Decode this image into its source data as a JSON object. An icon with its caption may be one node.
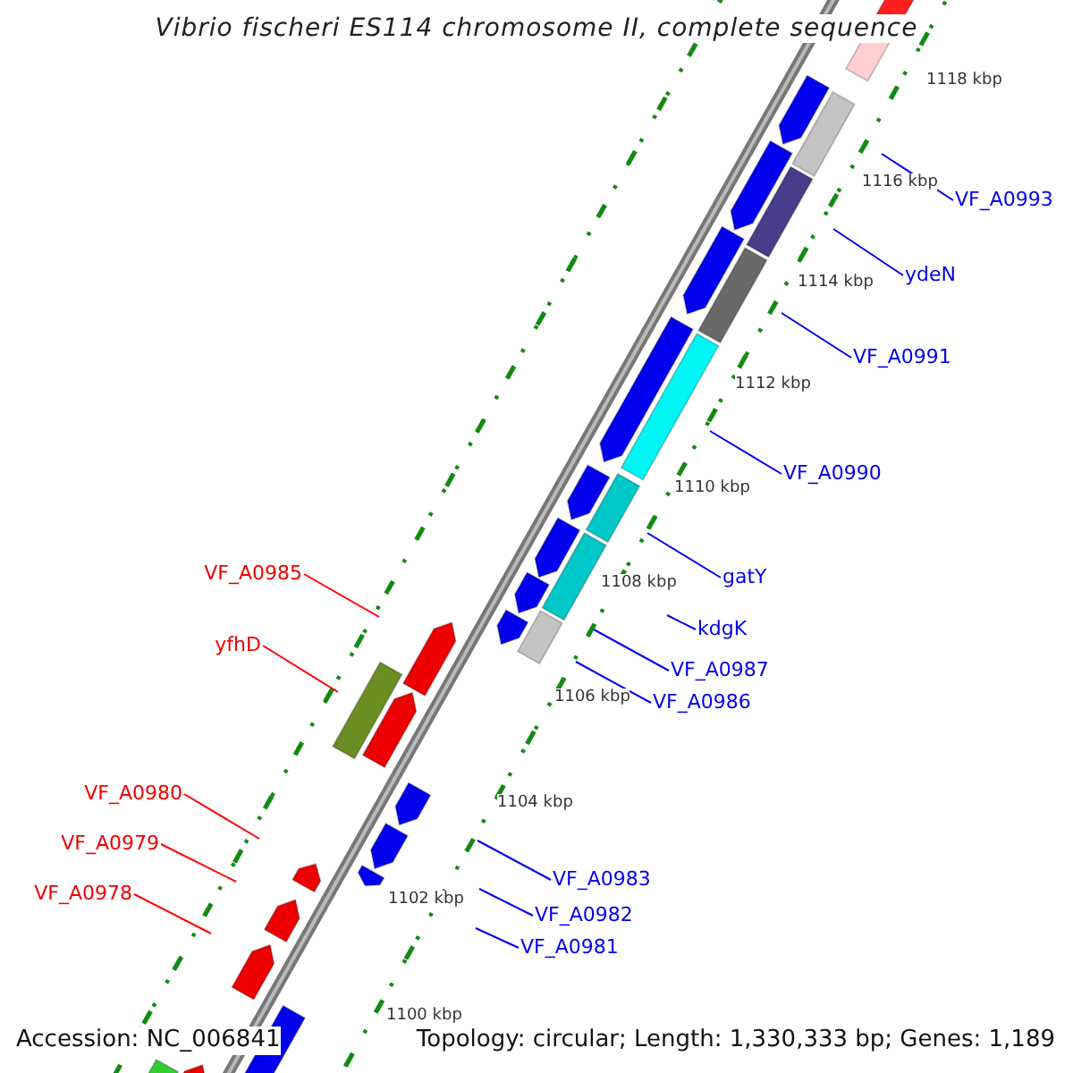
{
  "diagram": {
    "title": "Vibrio fischeri ES114 chromosome II, complete sequence",
    "nodes": [
      {
        "text": [
          "VF_A0993"
        ]
      },
      {
        "text": [
          "ydeN"
        ]
      },
      {
        "text": [
          "VF_A0991"
        ]
      },
      {
        "text": [
          "VF_A0990"
        ]
      },
      {
        "text": [
          "VF_A0985"
        ]
      },
      {
        "text": [
          "gatY"
        ]
      },
      {
        "text": [
          "kdgK"
        ]
      },
      {
        "text": [
          "yfhD"
        ]
      },
      {
        "text": [
          "VF_A0987"
        ]
      },
      {
        "text": [
          "VF_A0986"
        ]
      },
      {
        "text": [
          "VF_A0980"
        ]
      },
      {
        "text": [
          "VF_A0979"
        ]
      },
      {
        "text": [
          "VF_A0983"
        ]
      },
      {
        "text": [
          "VF_A0978"
        ]
      },
      {
        "text": [
          "VF_A0982"
        ]
      },
      {
        "text": [
          "VF_A0981"
        ]
      }
    ],
    "edges": [
      {
        "from": 0,
        "to": null,
        "arrow": "none"
      },
      {
        "from": 1,
        "to": null,
        "arrow": "none"
      },
      {
        "from": 2,
        "to": null,
        "arrow": "none"
      },
      {
        "from": 3,
        "to": null,
        "arrow": "none"
      },
      {
        "from": 4,
        "to": null,
        "arrow": "none",
        "color": "#ff0000"
      },
      {
        "from": 5,
        "to": null,
        "arrow": "none"
      },
      {
        "from": 6,
        "to": null,
        "arrow": "none"
      },
      {
        "from": 7,
        "to": null,
        "arrow": "none",
        "color": "#ff0000"
      },
      {
        "from": 8,
        "to": null,
        "arrow": "none"
      },
      {
        "from": 9,
        "to": null,
        "arrow": "none"
      },
      {
        "from": 10,
        "to": null,
        "arrow": "none",
        "color": "#ff0000"
      },
      {
        "from": 11,
        "to": null,
        "arrow": "none",
        "color": "#ff0000"
      },
      {
        "from": 12,
        "to": null,
        "arrow": "none"
      },
      {
        "from": 13,
        "to": null,
        "arrow": "none",
        "color": "#ff0000"
      },
      {
        "from": 14,
        "to": null,
        "arrow": "none"
      },
      {
        "from": 15,
        "to": null,
        "arrow": "none"
      }
    ],
    "labels": [
      "1118 kbp",
      "1116 kbp",
      "1114 kbp",
      "1112 kbp",
      "1110 kbp",
      "1108 kbp",
      "1106 kbp",
      "1104 kbp",
      "1102 kbp",
      "1100 kbp",
      "Accession: NC_006841",
      "Topology: circular; Length: 1,330,333 bp; Genes: 1,189"
    ]
  }
}
